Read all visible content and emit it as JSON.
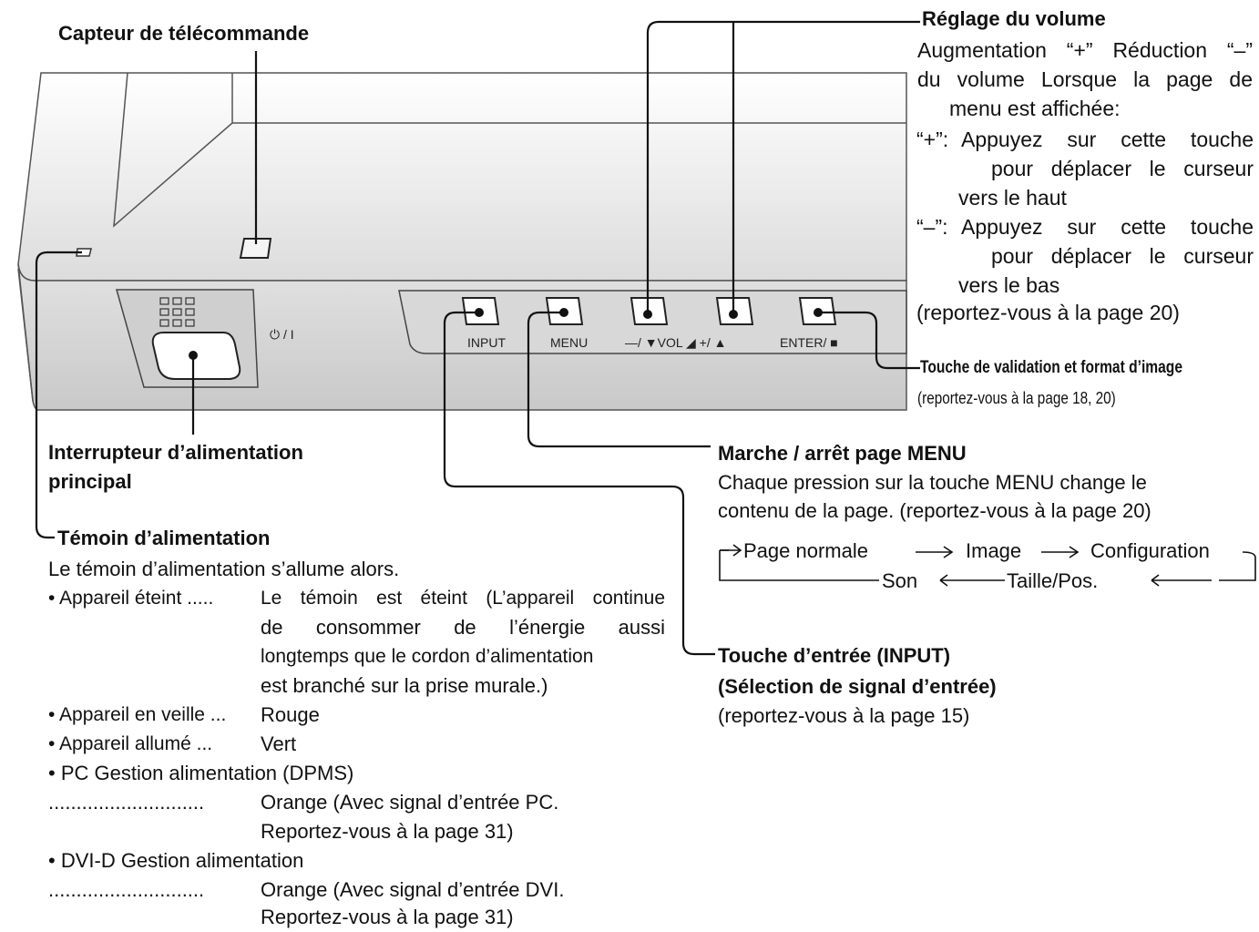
{
  "sensor": {
    "title": "Capteur de télécommande"
  },
  "volume": {
    "title": "Réglage du volume",
    "line1": "Augmentation “+” Réduction “–”",
    "line2": "du volume Lorsque la page de",
    "line3": "menu est affichée:",
    "plus_key": "“+”:",
    "plus_line1": "Appuyez sur cette touche",
    "plus_line2": "pour déplacer le curseur",
    "plus_line3": "vers le haut",
    "minus_key": "“–”:",
    "minus_line1": "Appuyez sur cette touche",
    "minus_line2": "pour déplacer le curseur",
    "minus_line3": "vers le bas",
    "ref": "(reportez-vous à la page 20)"
  },
  "enter": {
    "title": "Touche de validation et format d’image",
    "ref": "(reportez-vous à la page 18, 20)"
  },
  "menu": {
    "title": "Marche / arrêt page MENU",
    "line1": "Chaque pression sur la touche MENU change le",
    "line2": "contenu de la page. (reportez-vous à la page 20)",
    "cycle": [
      "Page normale",
      "Image",
      "Configuration",
      "Taille/Pos.",
      "Son"
    ]
  },
  "input": {
    "title1": "Touche d’entrée (INPUT)",
    "title2": "(Sélection de signal d’entrée)",
    "ref": "(reportez-vous à la page 15)"
  },
  "power_switch": {
    "title1": "Interrupteur d’alimentation",
    "title2": "principal"
  },
  "indicator": {
    "title": "Témoin d’alimentation",
    "intro": "Le témoin d’alimentation s’allume alors.",
    "off_label": "• Appareil éteint .....",
    "off_desc1": "Le témoin est éteint (L’appareil continue",
    "off_desc2": "de consommer de l’énergie aussi",
    "off_desc3": "longtemps que le cordon d’alimentation",
    "off_desc4": "est branché sur la prise murale.)",
    "standby_label": "• Appareil en veille ...",
    "standby_value": "Rouge",
    "on_label": "• Appareil allumé ...",
    "on_value": "Vert",
    "pc_label": "• PC Gestion alimentation (DPMS)",
    "pc_dots": "............................",
    "pc_value1": "Orange (Avec signal d’entrée PC.",
    "pc_value2": "Reportez-vous à la page 31)",
    "dvi_label": "• DVI-D Gestion alimentation",
    "dvi_dots": "............................",
    "dvi_value1": "Orange (Avec signal d’entrée DVI.",
    "dvi_value2": "Reportez-vous à la page 31)"
  },
  "device_labels": {
    "input": "INPUT",
    "menu": "MENU",
    "vol": "—/ ▼VOL ◢ +/ ▲",
    "enter": "ENTER/ ■",
    "power_symbol": "⏻ / I"
  }
}
